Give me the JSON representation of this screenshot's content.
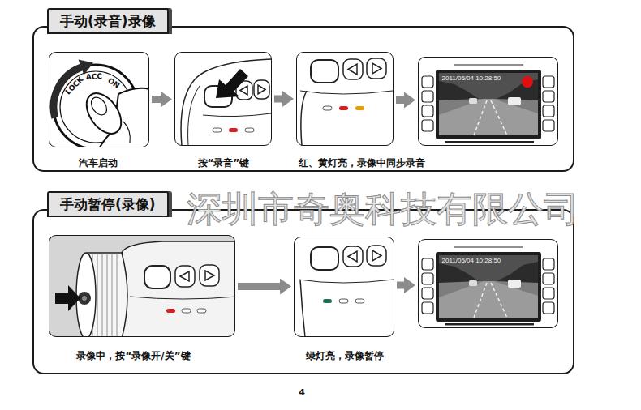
{
  "diagram": {
    "nodes": [
      {
        "text": [
          "手动(录音)录像"
        ]
      },
      {
        "text": [
          "汽车启动"
        ],
        "in": 0
      },
      {
        "text": [
          "按“录音”键"
        ],
        "in": 0
      },
      {
        "text": [
          "红、黄灯亮，录像中同步录音"
        ],
        "in": 0
      },
      {
        "text": [
          "2011/05/04 10:28:50"
        ],
        "in": 0
      },
      {
        "text": [
          "手动暂停(录像)"
        ]
      },
      {
        "text": [
          "录像中，按“录像开/关”键"
        ],
        "in": 5
      },
      {
        "text": [
          "绿灯亮，录像暂停"
        ],
        "in": 5
      },
      {
        "text": [
          "2011/05/04 10:28:50"
        ],
        "in": 5
      }
    ],
    "edges": [
      {
        "from": 1,
        "to": 2,
        "arrow": "to"
      },
      {
        "from": 2,
        "to": 3,
        "arrow": "to"
      },
      {
        "from": 3,
        "to": 4,
        "arrow": "to"
      },
      {
        "from": 6,
        "to": 7,
        "arrow": "to"
      },
      {
        "from": 7,
        "to": 8,
        "arrow": "to"
      }
    ],
    "labels": [
      "LOCK",
      "ACC",
      "ON",
      "深圳市奇奥科技有限公司",
      "4"
    ]
  }
}
